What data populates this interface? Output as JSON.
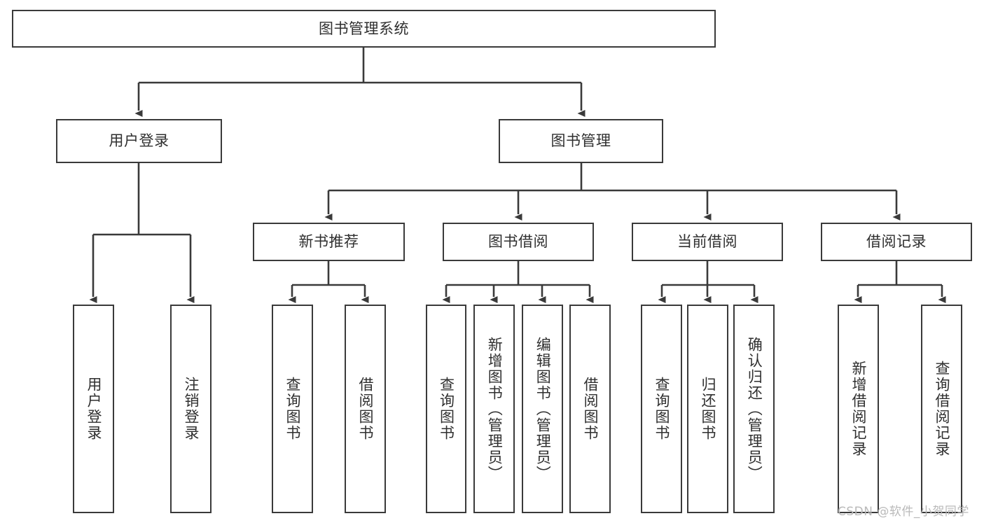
{
  "diagram": {
    "title": "图书管理系统",
    "watermark": "CSDN @软件_小贺同学",
    "stroke_color": "#3a3a3a",
    "text_color": "#2f2f2f",
    "background_color": "#ffffff",
    "root": {
      "label": "图书管理系统"
    },
    "level2": [
      {
        "label": "用户登录"
      },
      {
        "label": "图书管理"
      }
    ],
    "level3": [
      {
        "label": "新书推荐"
      },
      {
        "label": "图书借阅"
      },
      {
        "label": "当前借阅"
      },
      {
        "label": "借阅记录"
      }
    ],
    "leaves": {
      "user_login": [
        {
          "label": "用户登录"
        },
        {
          "label": "注销登录"
        }
      ],
      "new_book_recommend": [
        {
          "label": "查询图书"
        },
        {
          "label": "借阅图书"
        }
      ],
      "book_borrow": [
        {
          "label": "查询图书"
        },
        {
          "label": "新增图书（管理员）"
        },
        {
          "label": "编辑图书（管理员）"
        },
        {
          "label": "借阅图书"
        }
      ],
      "current_borrow": [
        {
          "label": "查询图书"
        },
        {
          "label": "归还图书"
        },
        {
          "label": "确认归还（管理员）"
        }
      ],
      "borrow_record": [
        {
          "label": "新增借阅记录"
        },
        {
          "label": "查询借阅记录"
        }
      ]
    }
  }
}
